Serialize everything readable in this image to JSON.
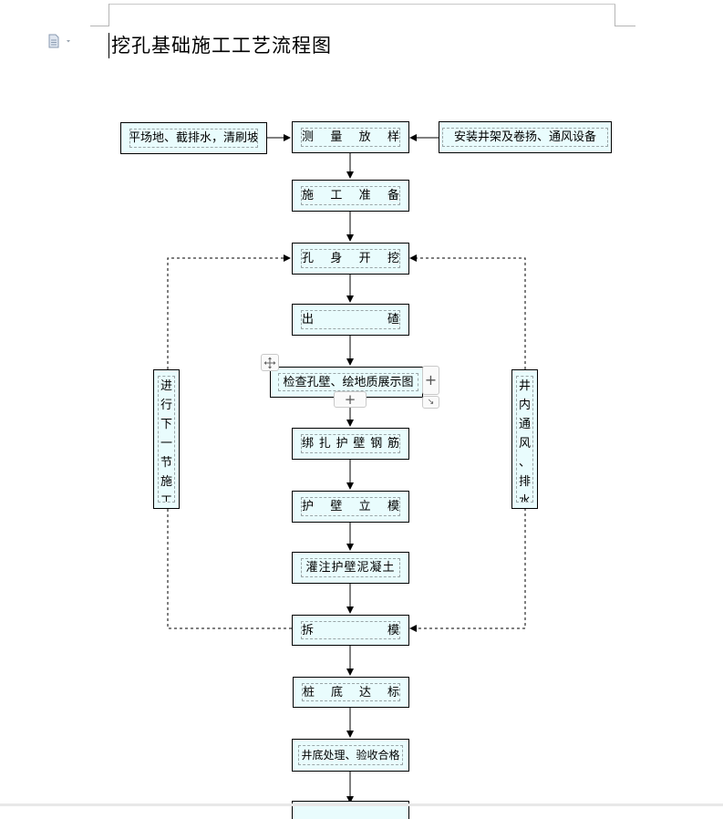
{
  "document": {
    "title": "挖孔基础施工工艺流程图"
  },
  "flowchart": {
    "top_left": "平场地、截排水，清刷坡",
    "top_right": "安装井架及卷扬、通风设备",
    "steps": [
      [
        "测",
        "量",
        "放",
        "样"
      ],
      [
        "施",
        "工",
        "准",
        "备"
      ],
      [
        "孔",
        "身",
        "开",
        "挖"
      ],
      [
        "出",
        "碴"
      ],
      "检查孔壁、绘地质展示图",
      [
        "绑",
        "扎",
        "护",
        "壁",
        "钢",
        "筋"
      ],
      [
        "护",
        "壁",
        "立",
        "模"
      ],
      "灌注护壁泥凝土",
      [
        "拆",
        "模"
      ],
      [
        "桩",
        "底",
        "达",
        "标"
      ],
      "井底处理、验收合格"
    ],
    "left_loop": [
      "进",
      "行",
      "下",
      "一",
      "节",
      "施",
      "工"
    ],
    "right_loop": [
      "井",
      "内",
      "通",
      "风",
      "、",
      "排",
      "水"
    ]
  },
  "table_tools": {
    "move_icon": "move-icon",
    "add_column_icon": "plus-icon",
    "add_row_icon": "plus-icon",
    "resize_icon": "resize-icon"
  }
}
